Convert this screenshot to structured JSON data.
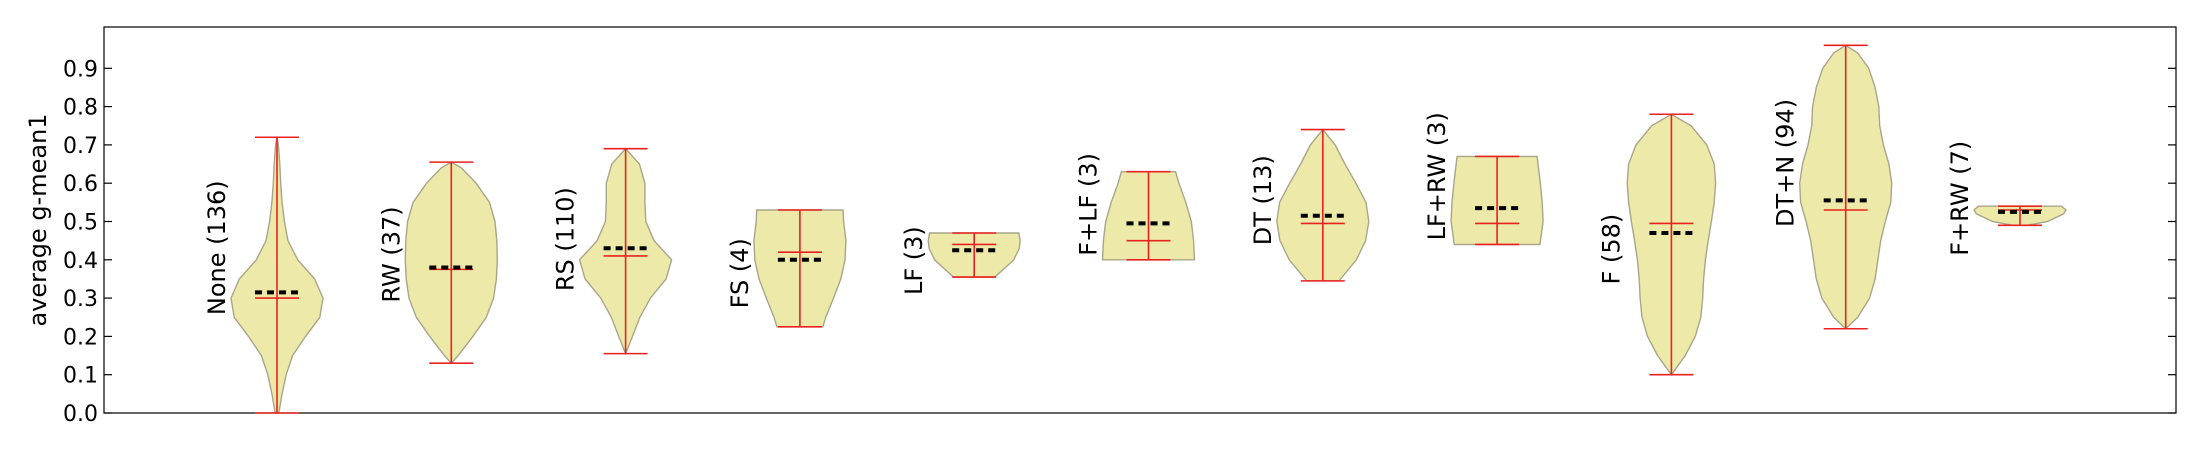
{
  "chart_data": {
    "type": "violin",
    "title": "",
    "xlabel": "",
    "ylabel": "average g-mean1",
    "ylim": [
      0.0,
      1.0
    ],
    "yticks": [
      0.0,
      0.1,
      0.2,
      0.3,
      0.4,
      0.5,
      0.6,
      0.7,
      0.8,
      0.9
    ],
    "grid": false,
    "colors": {
      "body_fill": "#ede9a8",
      "body_edge": "#a9a58a",
      "whisker": "#e8221f",
      "mean": "#000000",
      "frame": "#000000"
    },
    "categories": [
      "None (136)",
      "RW (37)",
      "RS (110)",
      "FS (4)",
      "LF (3)",
      "F+LF (3)",
      "DT (13)",
      "LF+RW (3)",
      "F (58)",
      "DT+N (94)",
      "F+RW (7)"
    ],
    "violins": [
      {
        "label": "None (136)",
        "n": 136,
        "min": 0.0,
        "max": 0.72,
        "median": 0.3,
        "mean": 0.315,
        "density": [
          [
            0.0,
            0.04
          ],
          [
            0.05,
            0.11
          ],
          [
            0.1,
            0.2
          ],
          [
            0.15,
            0.34
          ],
          [
            0.2,
            0.62
          ],
          [
            0.25,
            0.93
          ],
          [
            0.3,
            1.0
          ],
          [
            0.35,
            0.82
          ],
          [
            0.4,
            0.45
          ],
          [
            0.45,
            0.24
          ],
          [
            0.5,
            0.16
          ],
          [
            0.55,
            0.11
          ],
          [
            0.6,
            0.08
          ],
          [
            0.65,
            0.06
          ],
          [
            0.7,
            0.03
          ],
          [
            0.72,
            0.0
          ]
        ]
      },
      {
        "label": "RW (37)",
        "n": 37,
        "min": 0.13,
        "max": 0.655,
        "median": 0.375,
        "mean": 0.38,
        "density": [
          [
            0.13,
            0.0
          ],
          [
            0.15,
            0.15
          ],
          [
            0.2,
            0.47
          ],
          [
            0.25,
            0.76
          ],
          [
            0.3,
            0.92
          ],
          [
            0.35,
            0.98
          ],
          [
            0.4,
            1.0
          ],
          [
            0.45,
            0.99
          ],
          [
            0.5,
            0.95
          ],
          [
            0.55,
            0.83
          ],
          [
            0.6,
            0.54
          ],
          [
            0.64,
            0.22
          ],
          [
            0.655,
            0.0
          ]
        ]
      },
      {
        "label": "RS (110)",
        "n": 110,
        "min": 0.155,
        "max": 0.69,
        "median": 0.41,
        "mean": 0.43,
        "density": [
          [
            0.155,
            0.0
          ],
          [
            0.2,
            0.15
          ],
          [
            0.25,
            0.31
          ],
          [
            0.3,
            0.54
          ],
          [
            0.35,
            0.88
          ],
          [
            0.4,
            1.0
          ],
          [
            0.45,
            0.62
          ],
          [
            0.5,
            0.44
          ],
          [
            0.55,
            0.42
          ],
          [
            0.6,
            0.42
          ],
          [
            0.65,
            0.3
          ],
          [
            0.69,
            0.0
          ]
        ]
      },
      {
        "label": "FS (4)",
        "n": 4,
        "min": 0.225,
        "max": 0.53,
        "median": 0.42,
        "mean": 0.4,
        "density": [
          [
            0.225,
            0.5
          ],
          [
            0.25,
            0.56
          ],
          [
            0.3,
            0.73
          ],
          [
            0.35,
            0.89
          ],
          [
            0.4,
            0.98
          ],
          [
            0.45,
            1.0
          ],
          [
            0.5,
            0.95
          ],
          [
            0.53,
            0.94
          ]
        ]
      },
      {
        "label": "LF (3)",
        "n": 3,
        "min": 0.355,
        "max": 0.47,
        "median": 0.44,
        "mean": 0.425,
        "density": [
          [
            0.355,
            0.45
          ],
          [
            0.38,
            0.68
          ],
          [
            0.4,
            0.86
          ],
          [
            0.43,
            0.98
          ],
          [
            0.45,
            1.0
          ],
          [
            0.47,
            0.97
          ]
        ]
      },
      {
        "label": "F+LF (3)",
        "n": 3,
        "min": 0.4,
        "max": 0.63,
        "median": 0.45,
        "mean": 0.495,
        "density": [
          [
            0.4,
            1.0
          ],
          [
            0.45,
            0.98
          ],
          [
            0.5,
            0.93
          ],
          [
            0.55,
            0.81
          ],
          [
            0.6,
            0.66
          ],
          [
            0.63,
            0.59
          ]
        ]
      },
      {
        "label": "DT (13)",
        "n": 13,
        "min": 0.345,
        "max": 0.74,
        "median": 0.495,
        "mean": 0.515,
        "density": [
          [
            0.345,
            0.35
          ],
          [
            0.4,
            0.73
          ],
          [
            0.45,
            0.93
          ],
          [
            0.5,
            1.0
          ],
          [
            0.55,
            0.94
          ],
          [
            0.6,
            0.72
          ],
          [
            0.65,
            0.48
          ],
          [
            0.7,
            0.27
          ],
          [
            0.74,
            0.0
          ]
        ]
      },
      {
        "label": "LF+RW (3)",
        "n": 3,
        "min": 0.44,
        "max": 0.67,
        "median": 0.495,
        "mean": 0.535,
        "density": [
          [
            0.44,
            0.93
          ],
          [
            0.5,
            1.0
          ],
          [
            0.55,
            0.98
          ],
          [
            0.6,
            0.94
          ],
          [
            0.65,
            0.89
          ],
          [
            0.67,
            0.87
          ]
        ]
      },
      {
        "label": "F (58)",
        "n": 58,
        "min": 0.1,
        "max": 0.78,
        "median": 0.495,
        "mean": 0.47,
        "density": [
          [
            0.1,
            0.0
          ],
          [
            0.15,
            0.3
          ],
          [
            0.2,
            0.52
          ],
          [
            0.25,
            0.64
          ],
          [
            0.3,
            0.68
          ],
          [
            0.35,
            0.7
          ],
          [
            0.4,
            0.74
          ],
          [
            0.45,
            0.8
          ],
          [
            0.5,
            0.87
          ],
          [
            0.55,
            0.93
          ],
          [
            0.6,
            0.96
          ],
          [
            0.65,
            0.93
          ],
          [
            0.7,
            0.77
          ],
          [
            0.75,
            0.43
          ],
          [
            0.78,
            0.0
          ]
        ]
      },
      {
        "label": "DT+N (94)",
        "n": 94,
        "min": 0.22,
        "max": 0.96,
        "median": 0.53,
        "mean": 0.555,
        "density": [
          [
            0.22,
            0.0
          ],
          [
            0.25,
            0.26
          ],
          [
            0.3,
            0.52
          ],
          [
            0.35,
            0.64
          ],
          [
            0.4,
            0.7
          ],
          [
            0.45,
            0.76
          ],
          [
            0.5,
            0.86
          ],
          [
            0.55,
            0.98
          ],
          [
            0.6,
            1.0
          ],
          [
            0.65,
            0.94
          ],
          [
            0.7,
            0.82
          ],
          [
            0.75,
            0.74
          ],
          [
            0.8,
            0.72
          ],
          [
            0.85,
            0.64
          ],
          [
            0.9,
            0.5
          ],
          [
            0.94,
            0.26
          ],
          [
            0.96,
            0.0
          ]
        ]
      },
      {
        "label": "F+RW (7)",
        "n": 7,
        "min": 0.49,
        "max": 0.54,
        "median": 0.53,
        "mean": 0.525,
        "density": [
          [
            0.49,
            0.16
          ],
          [
            0.5,
            0.6
          ],
          [
            0.52,
            0.95
          ],
          [
            0.53,
            1.0
          ],
          [
            0.54,
            0.9
          ]
        ]
      }
    ]
  }
}
